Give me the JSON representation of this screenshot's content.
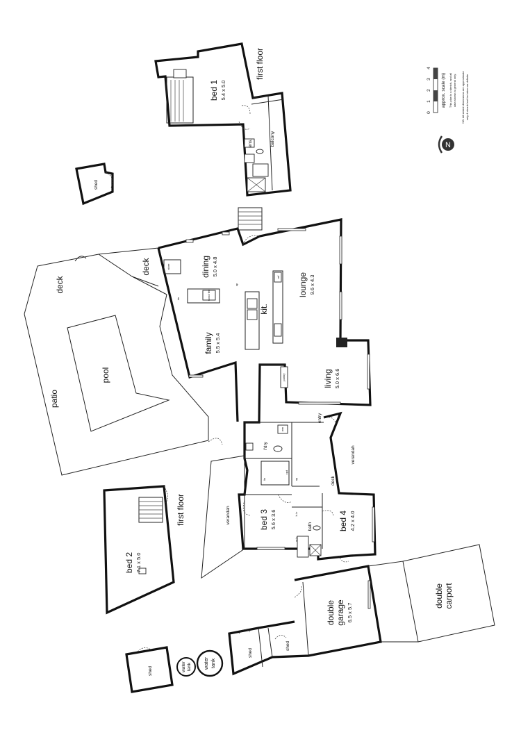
{
  "rooms": {
    "bed1": {
      "name": "bed 1",
      "size": "5.4 x 5.0"
    },
    "first_floor_1": "first floor",
    "balcony": "balcony",
    "ens": "ens.",
    "shed_top": "shed",
    "dining": {
      "name": "dining",
      "size": "5.0 x 4.8"
    },
    "lounge": {
      "name": "lounge",
      "size": "9.6 x 4.3"
    },
    "kit": "kit.",
    "family": {
      "name": "family",
      "size": "5.5 x 5.4"
    },
    "living": {
      "name": "living",
      "size": "5.0 x 6.6"
    },
    "deck_a": "deck",
    "deck_b": "deck",
    "deck_c": "deck",
    "patio": "patio",
    "pool": "pool",
    "entry": "entry",
    "verandah_a": "verandah",
    "verandah_b": "verandah",
    "ldry": "l'dry",
    "bed2": {
      "name": "bed 2",
      "size": "7.1 x 5.0"
    },
    "first_floor_2": "first floor",
    "bed3": {
      "name": "bed 3",
      "size": "5.6 x 3.6"
    },
    "bed4": {
      "name": "bed 4",
      "size": "4.2 x 4.0"
    },
    "bath": "bath",
    "garage": {
      "name": "double",
      "name2": "garage",
      "size": "6.5 x 5.7"
    },
    "carport": {
      "name": "double",
      "name2": "carport"
    },
    "shed_a": "shed",
    "shed_b": "shed",
    "shed_c": "shed",
    "water_tank_small": {
      "l1": "water",
      "l2": "tank"
    },
    "water_tank_large": {
      "l1": "water",
      "l2": "tank"
    }
  },
  "fixtures": {
    "store": "store",
    "up": "up",
    "up2": "up",
    "dn": "dn",
    "ref": "ref",
    "wood_fire": "wood fire",
    "pantry": "pantry",
    "cpd": "cpd",
    "lin": "lin",
    "wir": "w.i.r",
    "bir": "b.i.r",
    "wm": "wm"
  },
  "scale": {
    "label": "approx. scale (m)",
    "ticks": [
      "0",
      "1",
      "2",
      "3",
      "4"
    ]
  },
  "notes": {
    "line1": "This plan is a sketch, and all",
    "line2": "data shown is general only.",
    "line3": "NB: All stated dimensions are approximate",
    "line4": "only & should not be taken as definite"
  },
  "compass": {
    "label": "N"
  }
}
